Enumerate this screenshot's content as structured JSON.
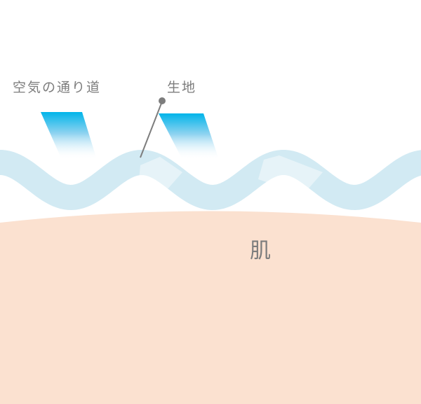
{
  "labels": {
    "airflow": "空気の通り道",
    "fabric": "生地",
    "skin": "肌"
  },
  "colors": {
    "fabric": "#d2eaf3",
    "skin": "#fbe1d0",
    "airflow": "#00b4ea",
    "label": "#7d7d7d"
  }
}
